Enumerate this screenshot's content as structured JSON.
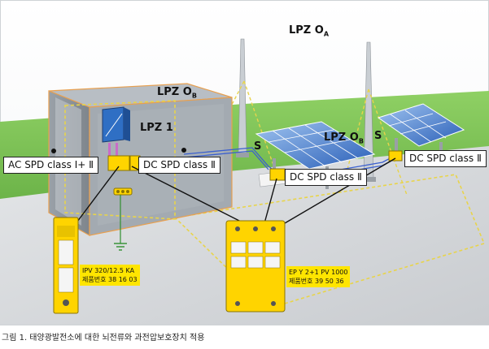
{
  "zones": {
    "lpz_oa": {
      "main": "LPZ O",
      "sub": "A"
    },
    "lpz_ob_building": {
      "main": "LPZ O",
      "sub": "B"
    },
    "lpz_ob_field": {
      "main": "LPZ O",
      "sub": "B"
    },
    "lpz_1": "LPZ 1"
  },
  "separation_marks": [
    "S",
    "S"
  ],
  "spd_labels": {
    "ac_class_1": "AC SPD class I+ Ⅱ",
    "dc_class_2_building": "DC SPD class Ⅱ",
    "dc_class_2_middle": "DC SPD class Ⅱ",
    "dc_class_2_right": "DC SPD class Ⅱ"
  },
  "devices": {
    "ipv": {
      "model": "IPV 320/12.5 KA",
      "product_no": "제품번호 38 16 03"
    },
    "ep": {
      "model": "EP Y 2+1 PV 1000",
      "product_no": "제품번호 39 50 36"
    }
  },
  "caption": "그림 1. 태양광발전소에 대한 뇌전류와 과전압보호장치 적용",
  "colors": {
    "spd_yellow": "#ffd400",
    "zone_dashed": "#e8d44a",
    "grass": "#7cc35a",
    "building": "#8c949c",
    "cable": "#3a5fcf"
  }
}
